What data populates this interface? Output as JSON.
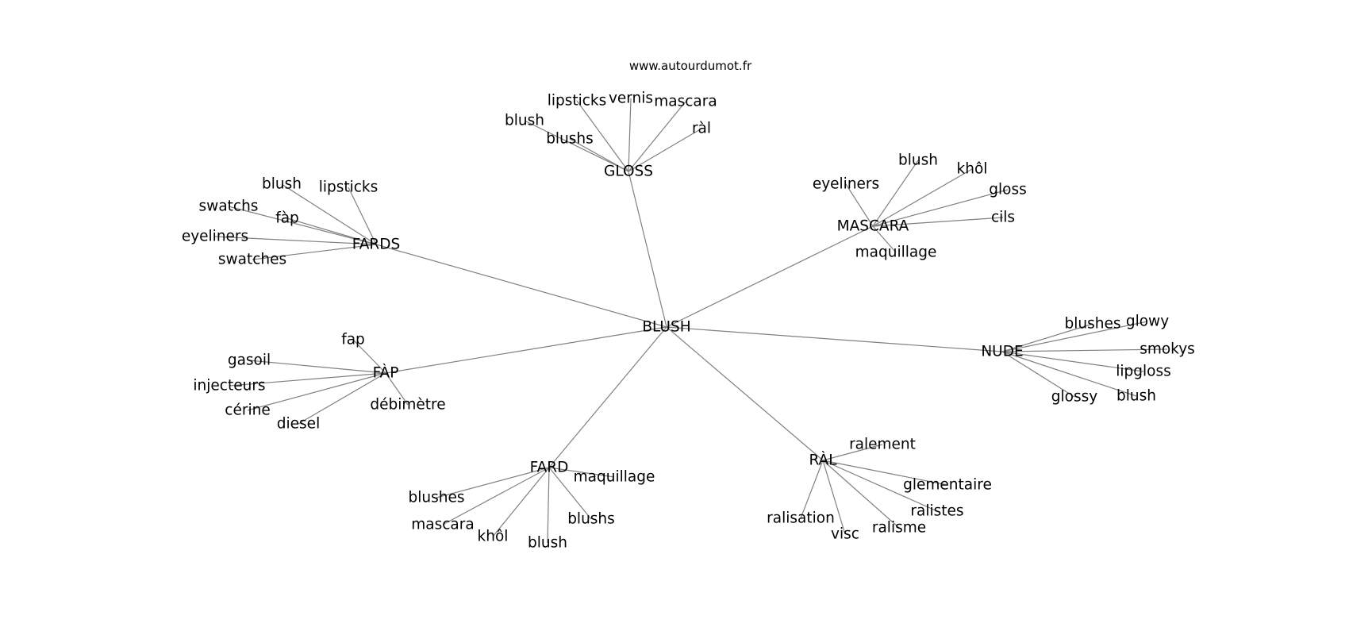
{
  "source": "www.autourdumot.fr",
  "graph": {
    "center": "BLUSH",
    "hubs": [
      {
        "label": "GLOSS",
        "leaves": [
          "lipsticks",
          "vernis",
          "mascara",
          "blush",
          "blushs",
          "ràl"
        ]
      },
      {
        "label": "FARDS",
        "leaves": [
          "blush",
          "lipsticks",
          "swatchs",
          "fàp",
          "eyeliners",
          "swatches"
        ]
      },
      {
        "label": "MASCARA",
        "leaves": [
          "blush",
          "khôl",
          "eyeliners",
          "gloss",
          "cils",
          "maquillage"
        ]
      },
      {
        "label": "NUDE",
        "leaves": [
          "blushes",
          "glowy",
          "smokys",
          "lipgloss",
          "glossy",
          "blush"
        ]
      },
      {
        "label": "FÀP",
        "leaves": [
          "fap",
          "gasoil",
          "injecteurs",
          "cérine",
          "diesel",
          "débimètre"
        ]
      },
      {
        "label": "FARD",
        "leaves": [
          "maquillage",
          "blushes",
          "mascara",
          "khôl",
          "blush",
          "blushs"
        ]
      },
      {
        "label": "RÀL",
        "leaves": [
          "ralement",
          "glementaire",
          "ralistes",
          "ralisation",
          "visc",
          "ralisme"
        ]
      }
    ]
  }
}
